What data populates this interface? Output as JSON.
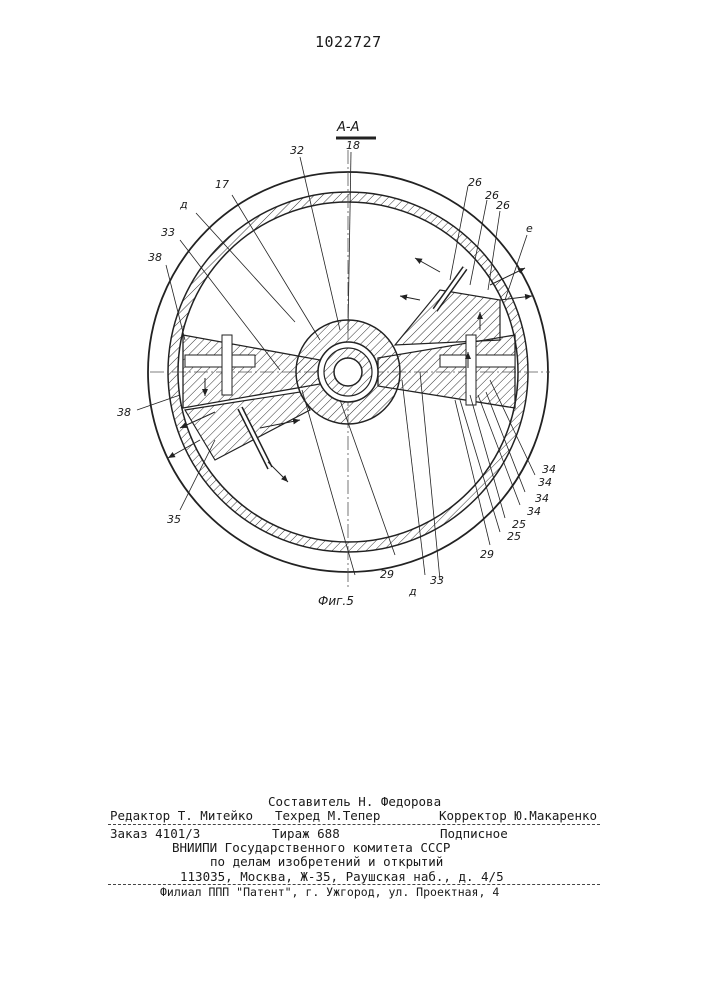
{
  "header": {
    "patent_number": "1022727"
  },
  "figure": {
    "section_label": "А-А",
    "caption": "Фиг.5",
    "labels": {
      "l18": "18",
      "l32": "32",
      "l17": "17",
      "lD1": "д",
      "l33a": "33",
      "l38a": "38",
      "l26a": "26",
      "l26b": "26",
      "l26c": "26",
      "lE": "е",
      "l38b": "38",
      "l35": "35",
      "l29a": "29",
      "lD2": "д",
      "l33b": "33",
      "l29b": "29",
      "l25a": "25",
      "l25b": "25",
      "l34a": "34",
      "l34b": "34",
      "l34c": "34",
      "l34d": "34"
    }
  },
  "imprint": {
    "compiler": "Составитель Н. Федорова",
    "editor": "Редактор Т. Митейко",
    "techred": "Техред М.Тепер",
    "corrector": "Корректор Ю.Макаренко",
    "order": "Заказ 4101/3",
    "circulation": "Тираж 688",
    "subscription": "Подписное",
    "org_line1": "ВНИИПИ Государственного комитета СССР",
    "org_line2": "по делам изобретений и открытий",
    "address": "113035, Москва, Ж-35, Раушская наб., д. 4/5",
    "branch": "Филиал ППП \"Патент\", г. Ужгород, ул. Проектная, 4"
  }
}
